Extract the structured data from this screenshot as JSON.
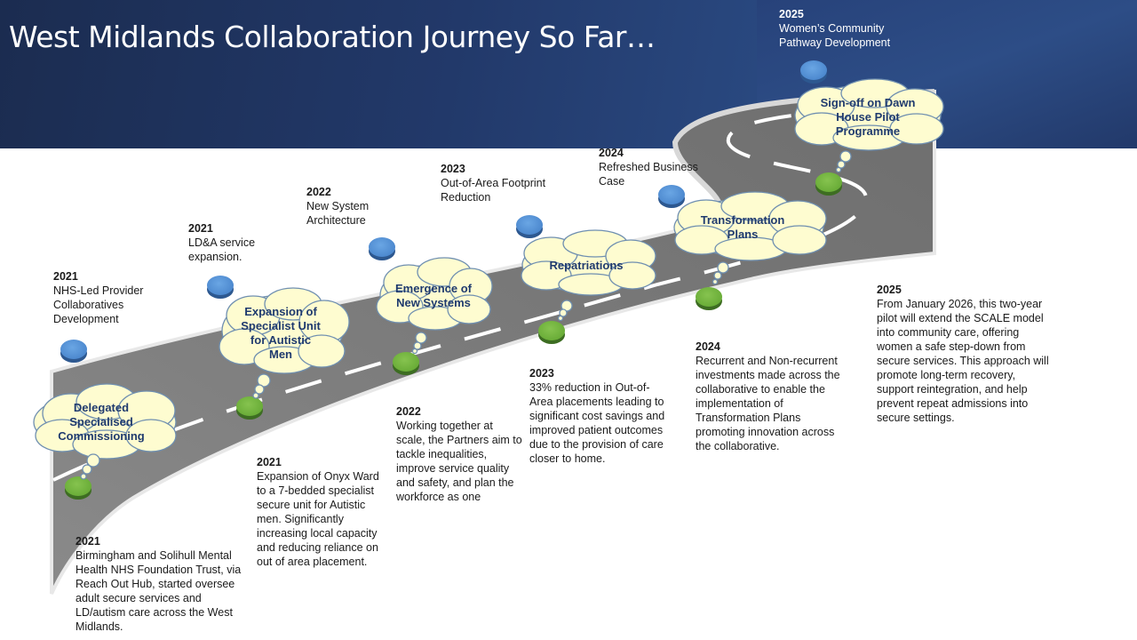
{
  "title": "West Midlands Collaboration Journey So Far…",
  "colors": {
    "header_bg": "#22396a",
    "bubble_fill": "#fefcd0",
    "bubble_text": "#1f3a6e",
    "milestone_blue": "#4d89cf",
    "milestone_green": "#6aad38",
    "road": "#7c7c7c"
  },
  "milestones_top": [
    {
      "year": "2021",
      "text": "NHS-Led Provider Collaboratives Development"
    },
    {
      "year": "2021",
      "text": "LD&A service expansion."
    },
    {
      "year": "2022",
      "text": "New System Architecture"
    },
    {
      "year": "2023",
      "text": "Out-of-Area Footprint Reduction"
    },
    {
      "year": "2024",
      "text": "Refreshed Business Case"
    },
    {
      "year": "2025",
      "text": "Women’s Community Pathway Development"
    }
  ],
  "bubbles": [
    {
      "label": "Delegated Specialised Commissioning"
    },
    {
      "label": "Expansion of Specialist Unit for Autistic Men"
    },
    {
      "label": "Emergence of New Systems"
    },
    {
      "label": "Repatriations"
    },
    {
      "label": "Transformation Plans"
    },
    {
      "label": "Sign-off on Dawn House Pilot Programme"
    }
  ],
  "milestones_bottom": [
    {
      "year": "2021",
      "text": "Birmingham and Solihull Mental Health NHS Foundation Trust, via Reach Out Hub, started oversee adult secure services and LD/autism care across the West Midlands."
    },
    {
      "year": "2021",
      "text": "Expansion of Onyx Ward to a 7-bedded specialist secure unit for Autistic men. Significantly increasing local capacity and reducing reliance on out of area placement."
    },
    {
      "year": "2022",
      "text": "Working together at scale, the Partners aim to tackle inequalities, improve service quality and safety, and plan the workforce as one"
    },
    {
      "year": "2023",
      "text": "33% reduction in Out-of-Area placements leading to significant cost savings and improved patient outcomes due to the provision of care closer to home."
    },
    {
      "year": "2024",
      "text": "Recurrent and Non-recurrent investments made across the collaborative to enable the implementation of Transformation Plans promoting innovation across the collaborative."
    },
    {
      "year": "2025",
      "text": "From January 2026, this two-year pilot will extend the SCALE model into community care, offering women a safe step-down from secure services. This approach will promote long-term recovery, support reintegration, and help prevent repeat admissions into secure settings."
    }
  ]
}
